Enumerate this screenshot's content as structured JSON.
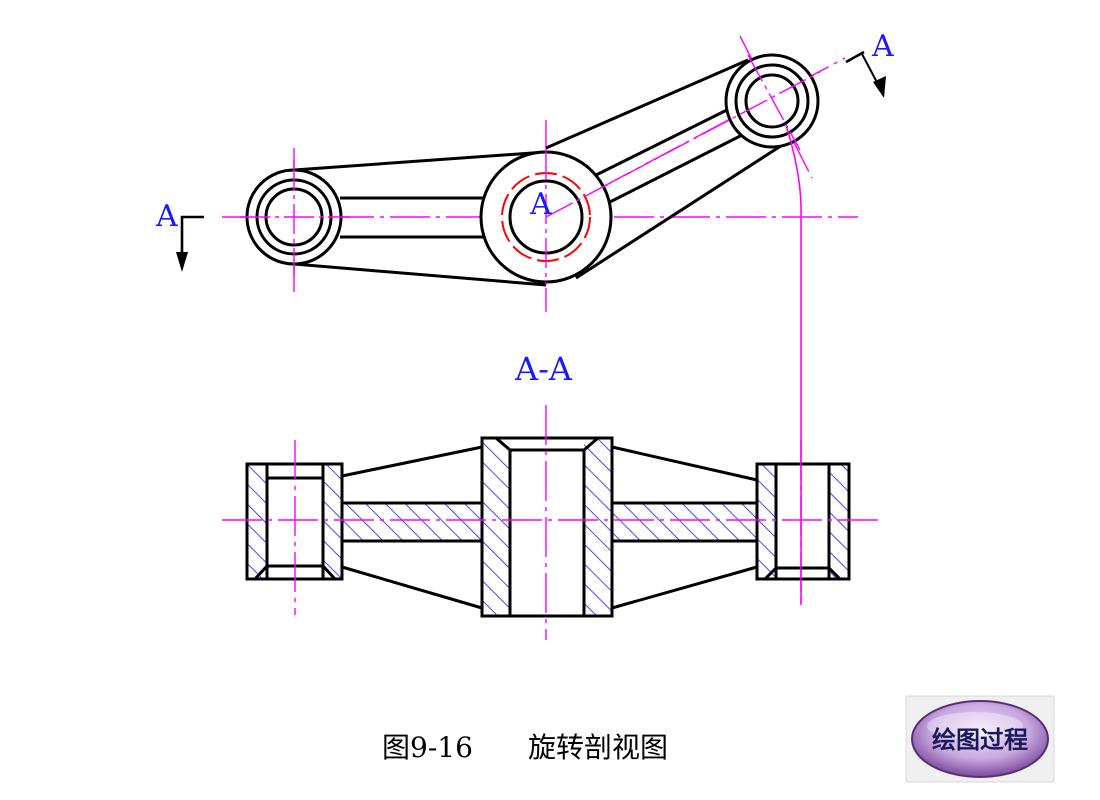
{
  "labels": {
    "section_mark_left": "A",
    "section_mark_right": "A",
    "center_mark": "A",
    "section_title": "A-A"
  },
  "caption": {
    "figure_number": "图9-16",
    "figure_title": "旋转剖视图"
  },
  "button": {
    "label": "绘图过程"
  },
  "colors": {
    "outline": "#000000",
    "centerline": "#ff00ff",
    "hatch": "#1a1aff",
    "label": "#1a1aff",
    "thread_circle": "#ff0000",
    "button_fill": "#c9a8e0"
  }
}
